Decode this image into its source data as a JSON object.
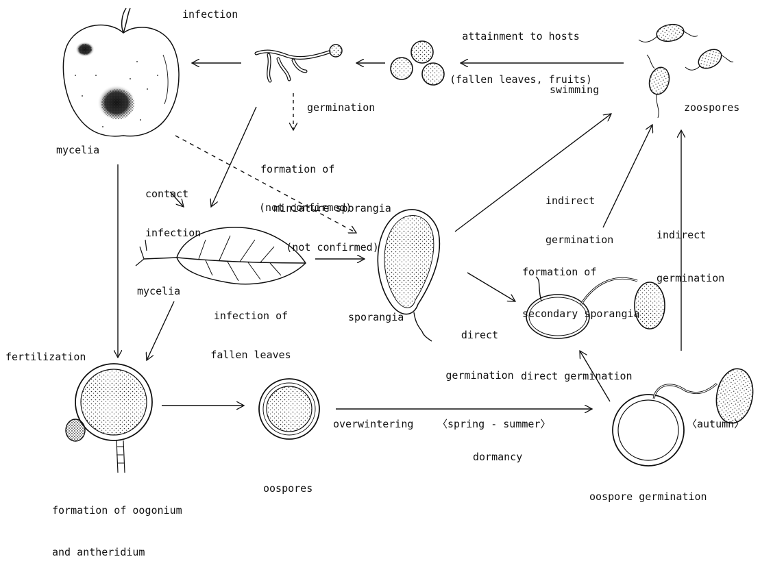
{
  "labels": {
    "infection": "infection",
    "attainment_line1": "attainment to hosts",
    "attainment_line2": "(fallen leaves, fruits)",
    "swimming": "swimming",
    "zoospores": "zoospores",
    "germination": "germination",
    "mycelia_fruit": "mycelia",
    "miniature_line1": "formation of",
    "miniature_line2": "miniature sporangia",
    "miniature_line3": "(not confirmed)",
    "contact_line1": "contact",
    "contact_line2": "infection",
    "not_confirmed": "(not confirmed)",
    "indirect_germ_1_line1": "indirect",
    "indirect_germ_1_line2": "germination",
    "indirect_germ_2_line1": "indirect",
    "indirect_germ_2_line2": "germination",
    "secondary_line1": "formation of",
    "secondary_line2": "secondary sporangia",
    "mycelia_leaf": "mycelia",
    "fallen_line1": "infection of",
    "fallen_line2": "fallen leaves",
    "sporangia": "sporangia",
    "direct_germ_line1": "direct",
    "direct_germ_line2": "germination",
    "fertilization": "fertilization",
    "direct_germination_lower": "direct germination",
    "overwintering": "overwintering",
    "spring_summer": "〈spring - summer〉",
    "autumn": "〈autumn〉",
    "dormancy": "dormancy",
    "oogonium_line1": "formation of oogonium",
    "oogonium_line2": "and antheridium",
    "oospores": "oospores",
    "oospore_germination": "oospore germination"
  }
}
